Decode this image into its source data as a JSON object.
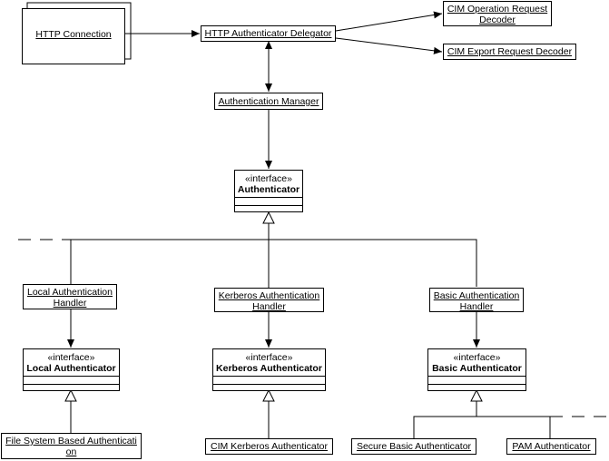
{
  "nodes": {
    "http_connection": "HTTP Connection",
    "http_auth_delegator": "HTTP Authenticator Delegator",
    "cim_operation_decoder_line1": "CIM Operation Request",
    "cim_operation_decoder_line2": "Decoder",
    "cim_export_decoder": "CIM Export Request Decoder",
    "auth_manager": "Authentication Manager",
    "local_handler_line1": "Local Authentication",
    "local_handler_line2": "Handler",
    "kerberos_handler_line1": "Kerberos Authentication",
    "kerberos_handler_line2": "Handler",
    "basic_handler_line1": "Basic Authentication",
    "basic_handler_line2": "Handler",
    "fs_auth_line1": "File System Based Authenticati",
    "fs_auth_line2": "on",
    "cim_kerberos_auth": "CIM Kerberos Authenticator",
    "secure_basic_auth": "Secure Basic Authenticator",
    "pam_auth": "PAM Authenticator"
  },
  "interfaces": {
    "stereotype": "«interface»",
    "authenticator": "Authenticator",
    "local_authenticator": "Local Authenticator",
    "kerberos_authenticator": "Kerberos Authenticator",
    "basic_authenticator": "Basic Authenticator"
  }
}
